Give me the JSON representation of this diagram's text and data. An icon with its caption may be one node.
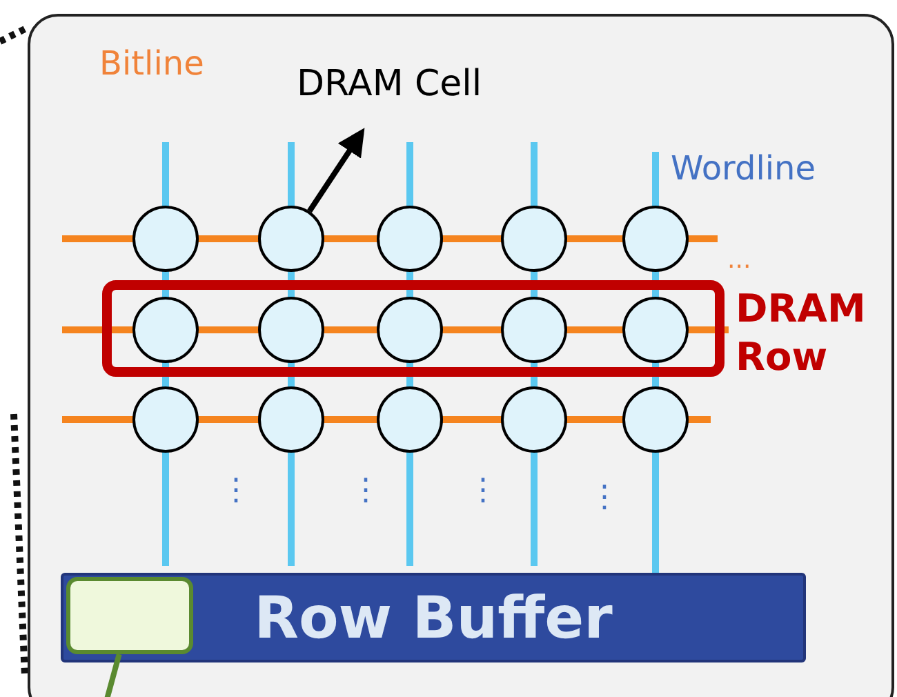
{
  "diagram": {
    "nodes": [
      {
        "text": [],
        "shape": "box"
      },
      {
        "text": [
          "DRAM Cell"
        ],
        "in": 0
      },
      {
        "text": [],
        "shape": "circle",
        "in": 0
      },
      {
        "text": [],
        "shape": "circle",
        "in": 0
      },
      {
        "text": [],
        "shape": "circle",
        "in": 0
      },
      {
        "text": [],
        "shape": "circle",
        "in": 0
      },
      {
        "text": [],
        "shape": "circle",
        "in": 0
      },
      {
        "text": [
          "DRAM Row"
        ],
        "in": 0
      },
      {
        "text": [],
        "shape": "circle",
        "in": 7
      },
      {
        "text": [],
        "shape": "circle",
        "in": 7
      },
      {
        "text": [],
        "shape": "circle",
        "in": 7
      },
      {
        "text": [],
        "shape": "circle",
        "in": 7
      },
      {
        "text": [],
        "shape": "circle",
        "in": 7
      },
      {
        "text": [],
        "shape": "circle",
        "in": 0
      },
      {
        "text": [],
        "shape": "circle",
        "in": 0
      },
      {
        "text": [],
        "shape": "circle",
        "in": 0
      },
      {
        "text": [],
        "shape": "circle",
        "in": 0
      },
      {
        "text": [],
        "shape": "circle",
        "in": 0
      },
      {
        "text": [
          "Row Buffer"
        ],
        "in": 0
      },
      {
        "text": [],
        "shape": "box",
        "in": 18
      }
    ],
    "edges": [
      {
        "from": 3,
        "to": 1,
        "arrow": "to"
      },
      {
        "from": 19,
        "to": null,
        "arrow": "none",
        "color": "#5a8a30"
      }
    ],
    "labels": [
      "Bitline",
      "Wordline",
      "...",
      "⋮",
      "⋮",
      "⋮",
      "⋮"
    ]
  }
}
